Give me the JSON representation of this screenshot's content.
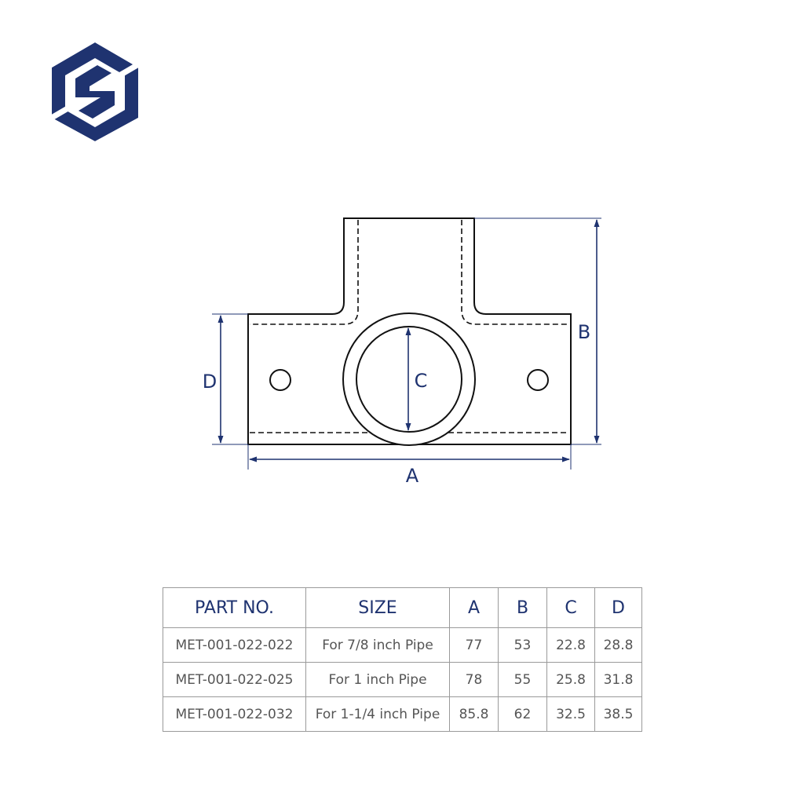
{
  "brand": {
    "logo_icon": "hexagon-s-logo-icon",
    "color": "#1f3370"
  },
  "diagram": {
    "line_color": "#111111",
    "dimension_color": "#1f3370",
    "labels": {
      "a": "A",
      "b": "B",
      "c": "C",
      "d": "D"
    }
  },
  "table": {
    "headers": [
      "PART NO.",
      "SIZE",
      "A",
      "B",
      "C",
      "D"
    ],
    "rows": [
      [
        "MET-001-022-022",
        "For 7/8 inch Pipe",
        "77",
        "53",
        "22.8",
        "28.8"
      ],
      [
        "MET-001-022-025",
        "For 1 inch Pipe",
        "78",
        "55",
        "25.8",
        "31.8"
      ],
      [
        "MET-001-022-032",
        "For 1-1/4 inch Pipe",
        "85.8",
        "62",
        "32.5",
        "38.5"
      ]
    ]
  }
}
